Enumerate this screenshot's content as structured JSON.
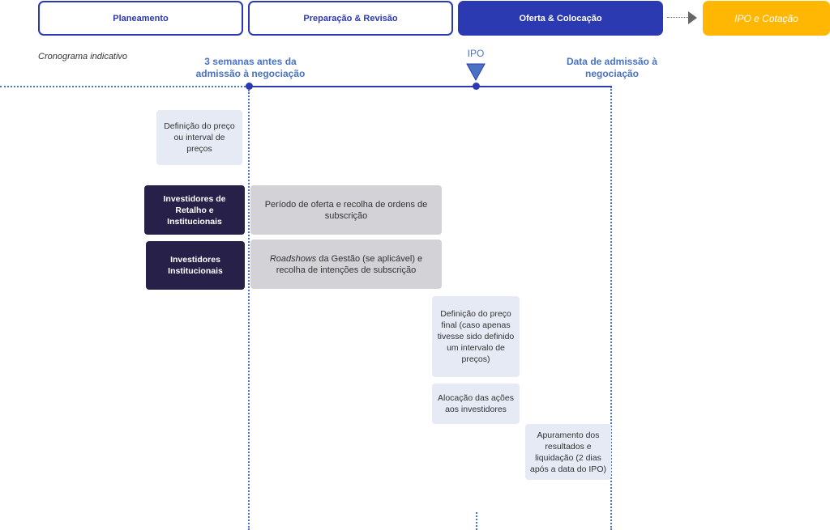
{
  "phases": [
    {
      "label": "Planeamento"
    },
    {
      "label": "Preparação & Revisão"
    },
    {
      "label": "Oferta & Colocação"
    },
    {
      "label": "IPO e Cotação"
    }
  ],
  "timeline": {
    "caption": "Cronograma indicativo",
    "start_label": "3 semanas antes da admissão à negociação",
    "ipo_label": "IPO",
    "end_label": "Data de admissão à negociação"
  },
  "rows": {
    "retalho_label": "Investidores de Retalho e Institucionais",
    "institucionais_label": "Investidores Institucionais"
  },
  "boxes": {
    "pricing_definition": "Definição do preço ou interval de preços",
    "offer_period": "Período de oferta e recolha de ordens de subscrição",
    "roadshows_italic": "Roadshows",
    "roadshows_rest": " da Gestão  (se aplicável) e recolha de intenções de subscrição",
    "final_price": "Definição do preço final (caso apenas tivesse sido definido um intervalo de preços)",
    "allocation": "Alocação das ações aos investidores",
    "settlement": "Apuramento  dos resultados e liquidação (2 dias após a data do IPO)"
  },
  "colors": {
    "primary": "#2b3ab0",
    "accent_label": "#4a72c4",
    "final_phase": "#ffb703",
    "investor_box": "#272048",
    "light_box": "#e6eaf5",
    "grey_box": "#d3d3d7"
  }
}
